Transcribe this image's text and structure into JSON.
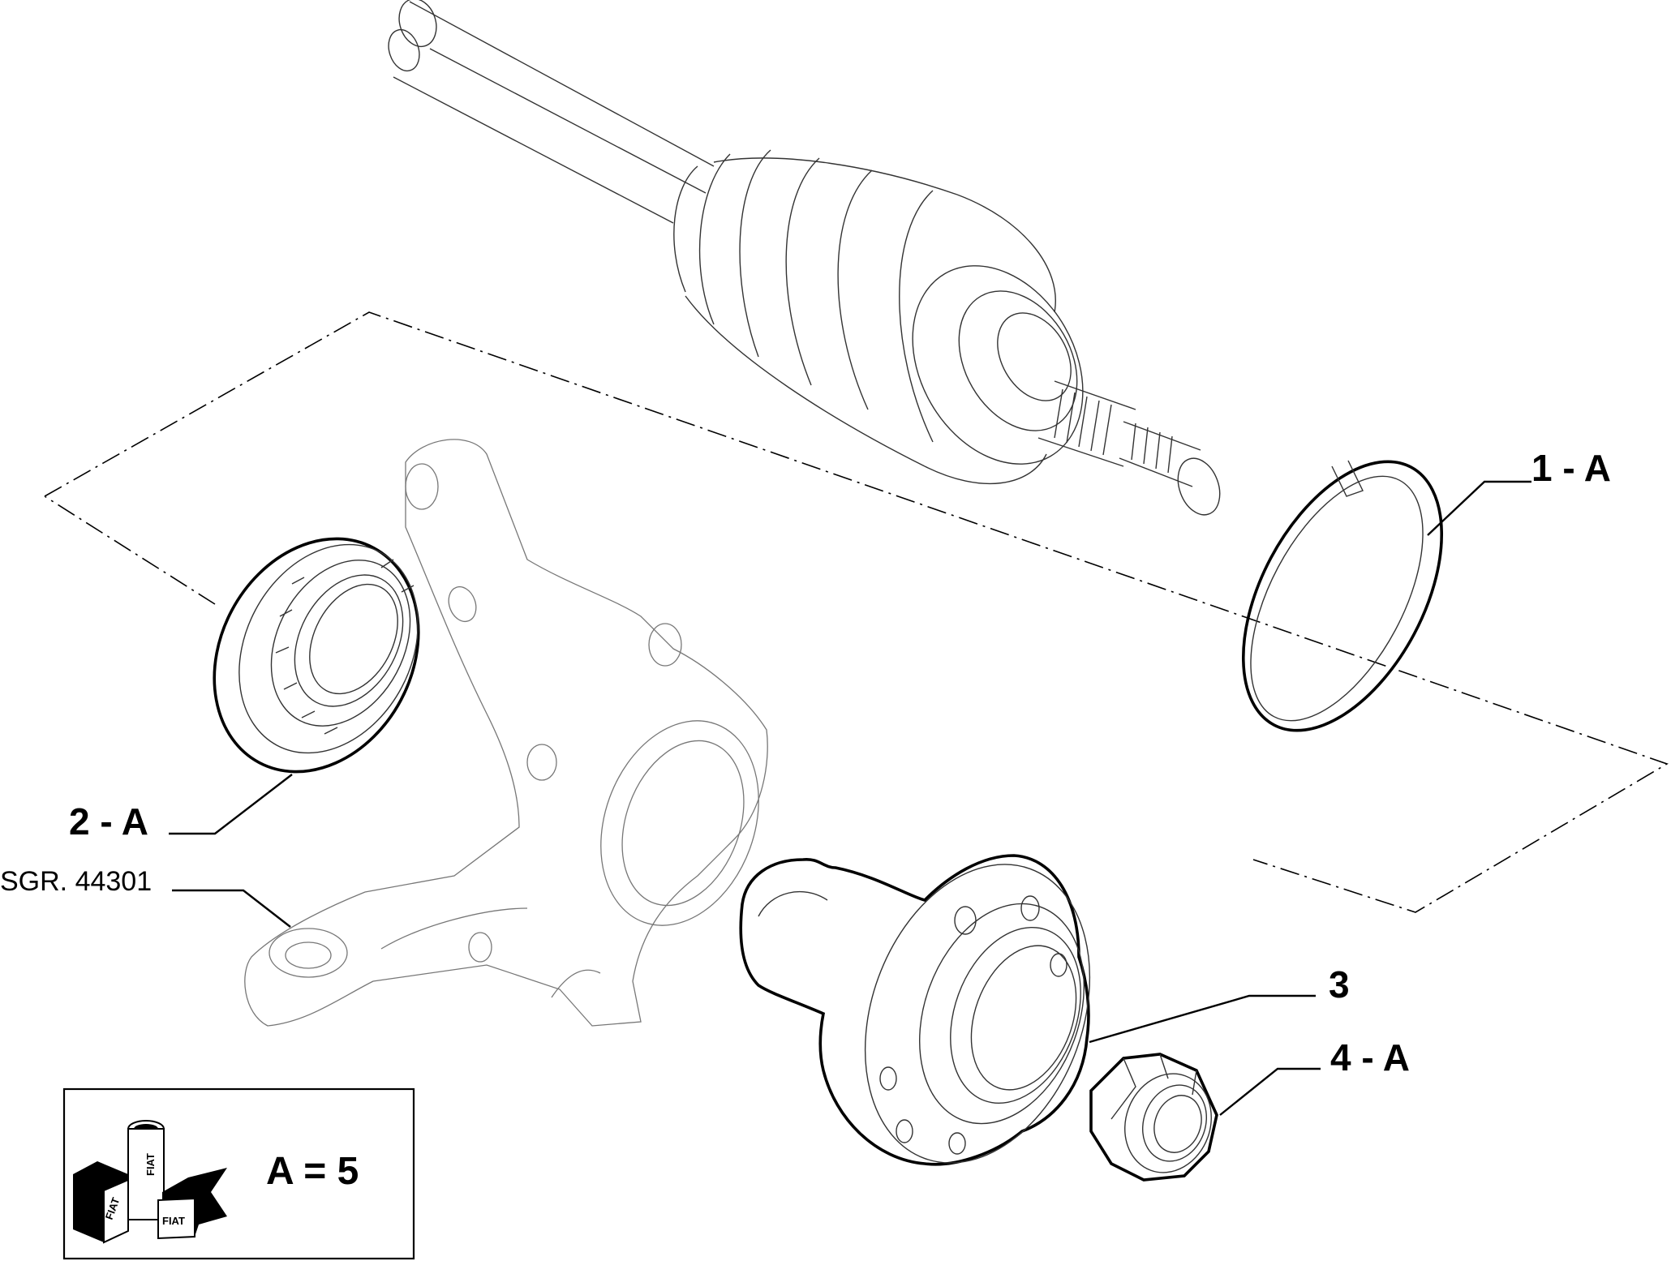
{
  "callouts": {
    "part1": "1 - A",
    "part2": "2 - A",
    "part3": "3",
    "part4": "4 - A",
    "subgroup_ref": "SGR. 44301"
  },
  "legend": {
    "equation": "A = 5",
    "brand_mark": "FIAT",
    "icon": "fiat-lubricant-kit-icon"
  },
  "colors": {
    "ink": "#000000",
    "ghost_part": "#777777",
    "background": "#ffffff"
  }
}
